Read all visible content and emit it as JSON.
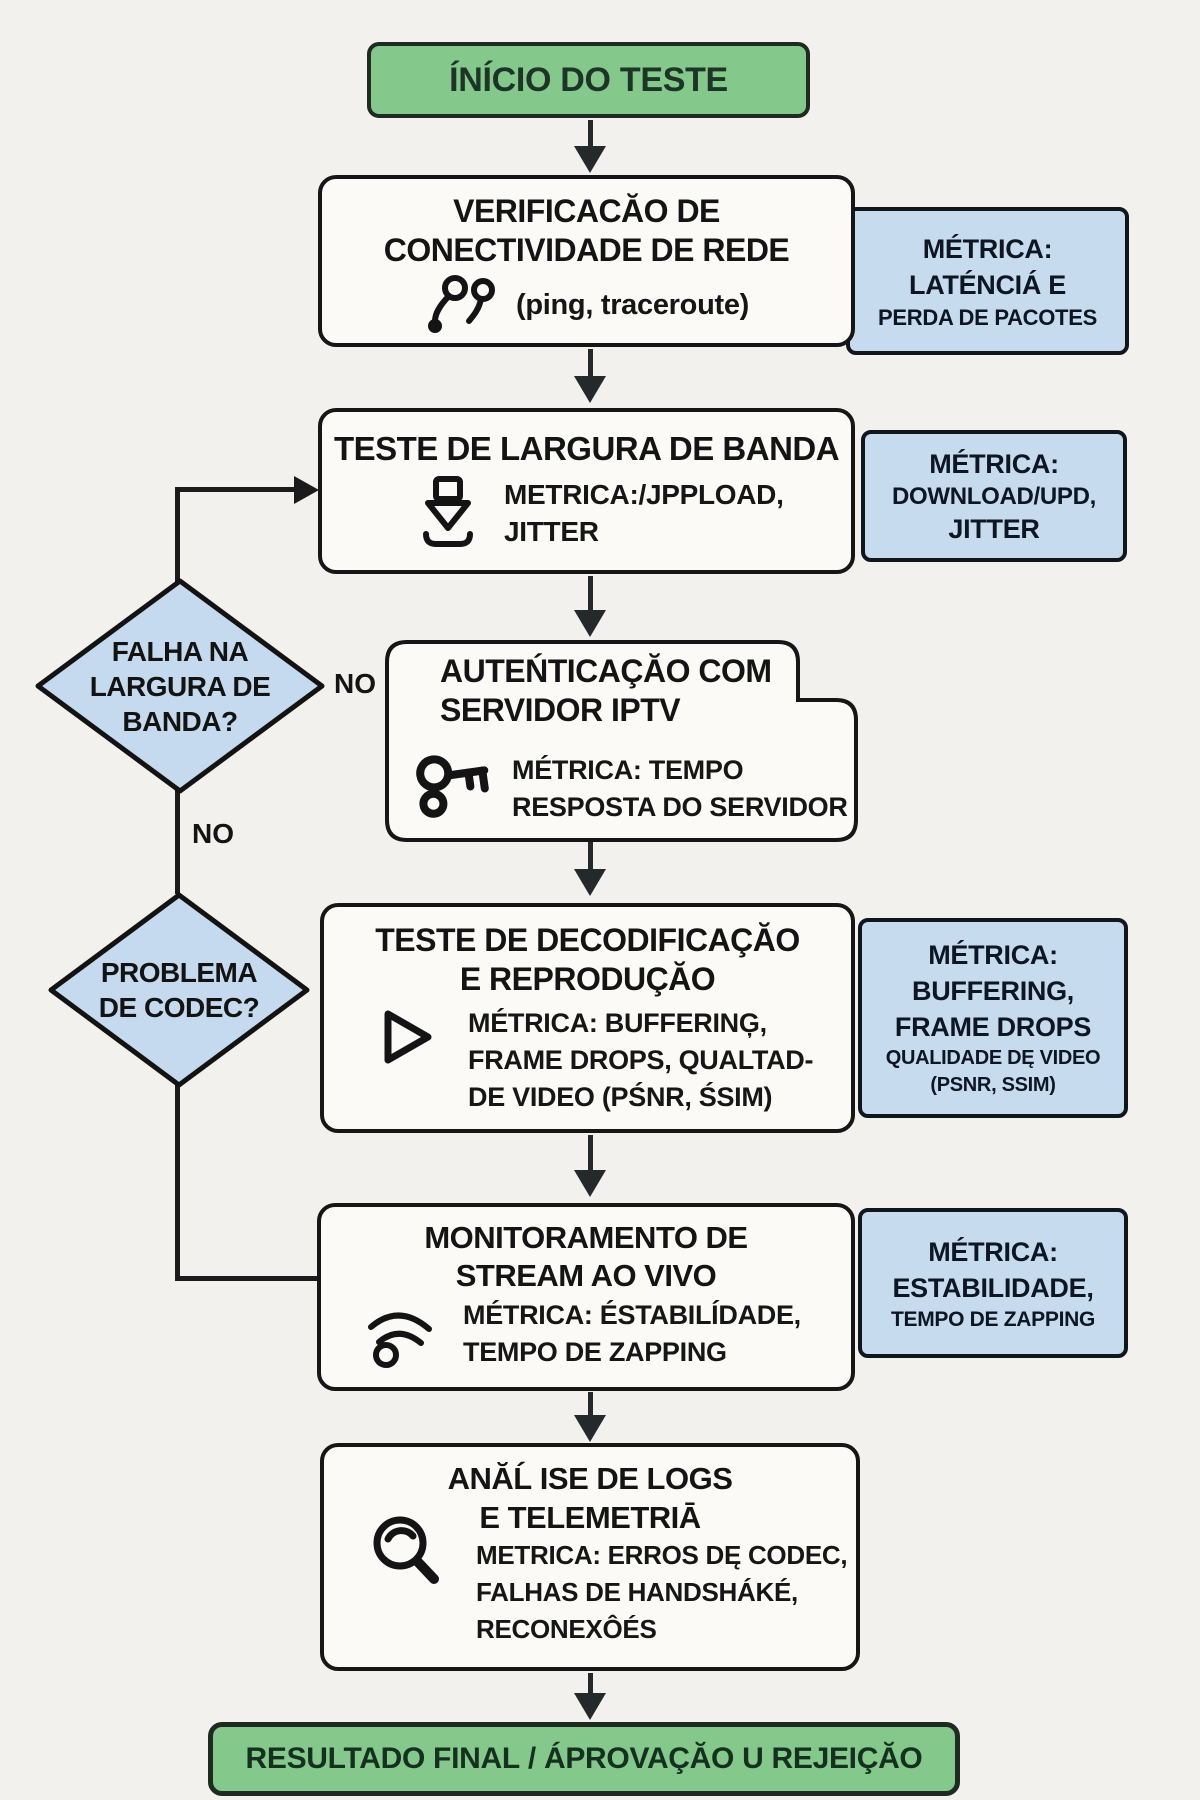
{
  "palette": {
    "background": "#f3f1ee",
    "node_fill": "#fbfaf7",
    "node_border": "#161616",
    "green_fill": "#85c88c",
    "green_text": "#1d3527",
    "blue_fill": "#c7dbee",
    "blue_border": "#10161c",
    "arrow": "#24292c"
  },
  "flow": {
    "start": {
      "label": "ÍNÍCIO DO TESTE"
    },
    "connectivity": {
      "title1": "VERIFICACĂO DE",
      "title2": "CONECTIVIDADE DE REDE",
      "detail": "(ping, traceroute)",
      "icon": "network-nodes-icon"
    },
    "connectivity_metric": {
      "l1": "MÉTRICA:",
      "l2": "LATÉNCIÁ E",
      "l3": "PERDA DE PACOTES"
    },
    "bandwidth": {
      "title": "TESTE DE LARGURA DE BANDA",
      "detail1": "METRICA:/JPPLOAD,",
      "detail2": "JITTER",
      "icon": "download-icon"
    },
    "bandwidth_metric": {
      "l1": "MÉTRICA:",
      "l2": "DOWNLOAD/UPD,",
      "l3": "JITTER"
    },
    "decision_bandwidth": {
      "l1": "FALHA NA",
      "l2": "LARGURA DE",
      "l3": "BANDA?",
      "no_side": "NO",
      "no_down": "NO"
    },
    "auth": {
      "title1": "AUTEŃTICAÇĂO COM",
      "title2": "SERVIDOR IPTV",
      "detail1": "MÉTRICA: TEMPO",
      "detail2": "RESPOSTA DO SERVIDOR",
      "icon": "key-icon"
    },
    "decision_codec": {
      "l1": "PROBLEMA",
      "l2": "DE CODEC?"
    },
    "decode": {
      "title1": "TESTE DE DECODIFICAÇĂO",
      "title2": "E REPRODUÇĂO",
      "detail1": "MÉTRICA: BUFFERINĢ,",
      "detail2": "FRAME DROPS, QUALTAD-",
      "detail3": "DE VIDEO (PŚNR, ŚSIM)",
      "icon": "play-icon"
    },
    "decode_metric": {
      "l1": "MÉTRICA:",
      "l2": "BUFFERING,",
      "l3": "FRAME DROPS",
      "l4": "QUALIDADE DĘ VIDEO",
      "l5": "(PSNR, SSIM)"
    },
    "monitoring": {
      "title1": "MONITORAMENTO DE",
      "title2": "STREAM AO VIVO",
      "detail1": "MÉTRICA: ÉSTABILÍDADE,",
      "detail2": "TEMPO DE ZAPPING",
      "icon": "wifi-icon"
    },
    "monitoring_metric": {
      "l1": "MÉTRICA:",
      "l2": "ESTABILIDADE,",
      "l3": "TEMPO DE ZAPPING"
    },
    "logs": {
      "title1": "ANĂĹ ISE DE LOGS",
      "title2": "E TELEMETRIĀ",
      "detail1": "METRICA: ERROS DĘ CODEC,",
      "detail2": "FALHAS DE HANDSHÁKÉ,",
      "detail3": "RECONEXÔÉS",
      "icon": "magnifier-icon"
    },
    "end": {
      "bold": "RESULTADO FINAL",
      "rest": " / ÁPROVAÇĂO U REJEIÇĂO"
    }
  }
}
